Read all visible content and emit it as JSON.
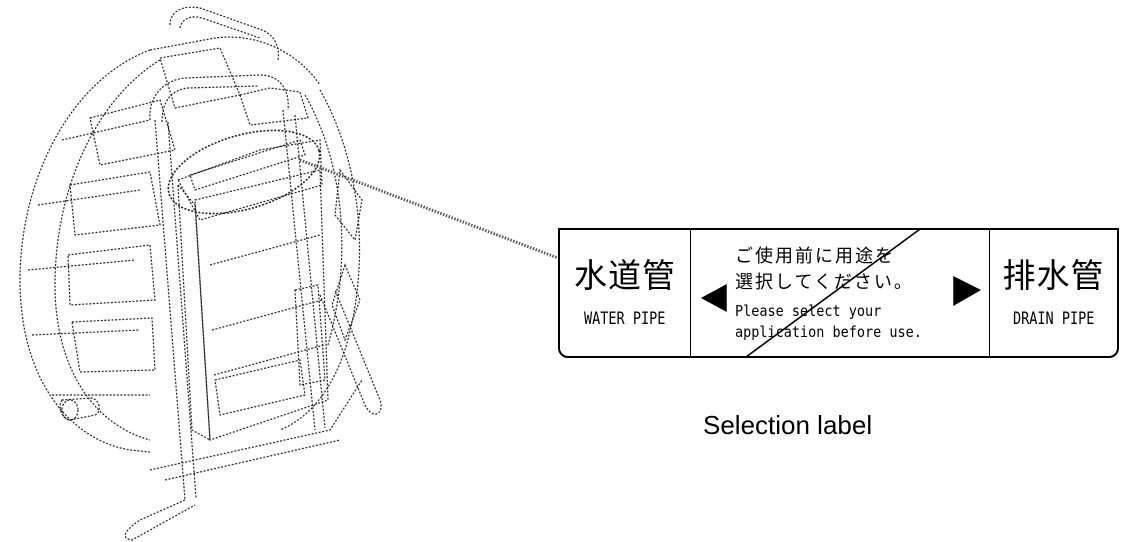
{
  "label": {
    "left": {
      "japanese": "水道管",
      "english": "WATER PIPE"
    },
    "center": {
      "japanese_line1": "ご使用前に用途を",
      "japanese_line2": "選択してください。",
      "english_line1": "Please select your",
      "english_line2": "application before use."
    },
    "right": {
      "japanese": "排水管",
      "english": "DRAIN PIPE"
    }
  },
  "caption": "Selection label",
  "colors": {
    "ink": "#000000",
    "background": "#ffffff"
  }
}
